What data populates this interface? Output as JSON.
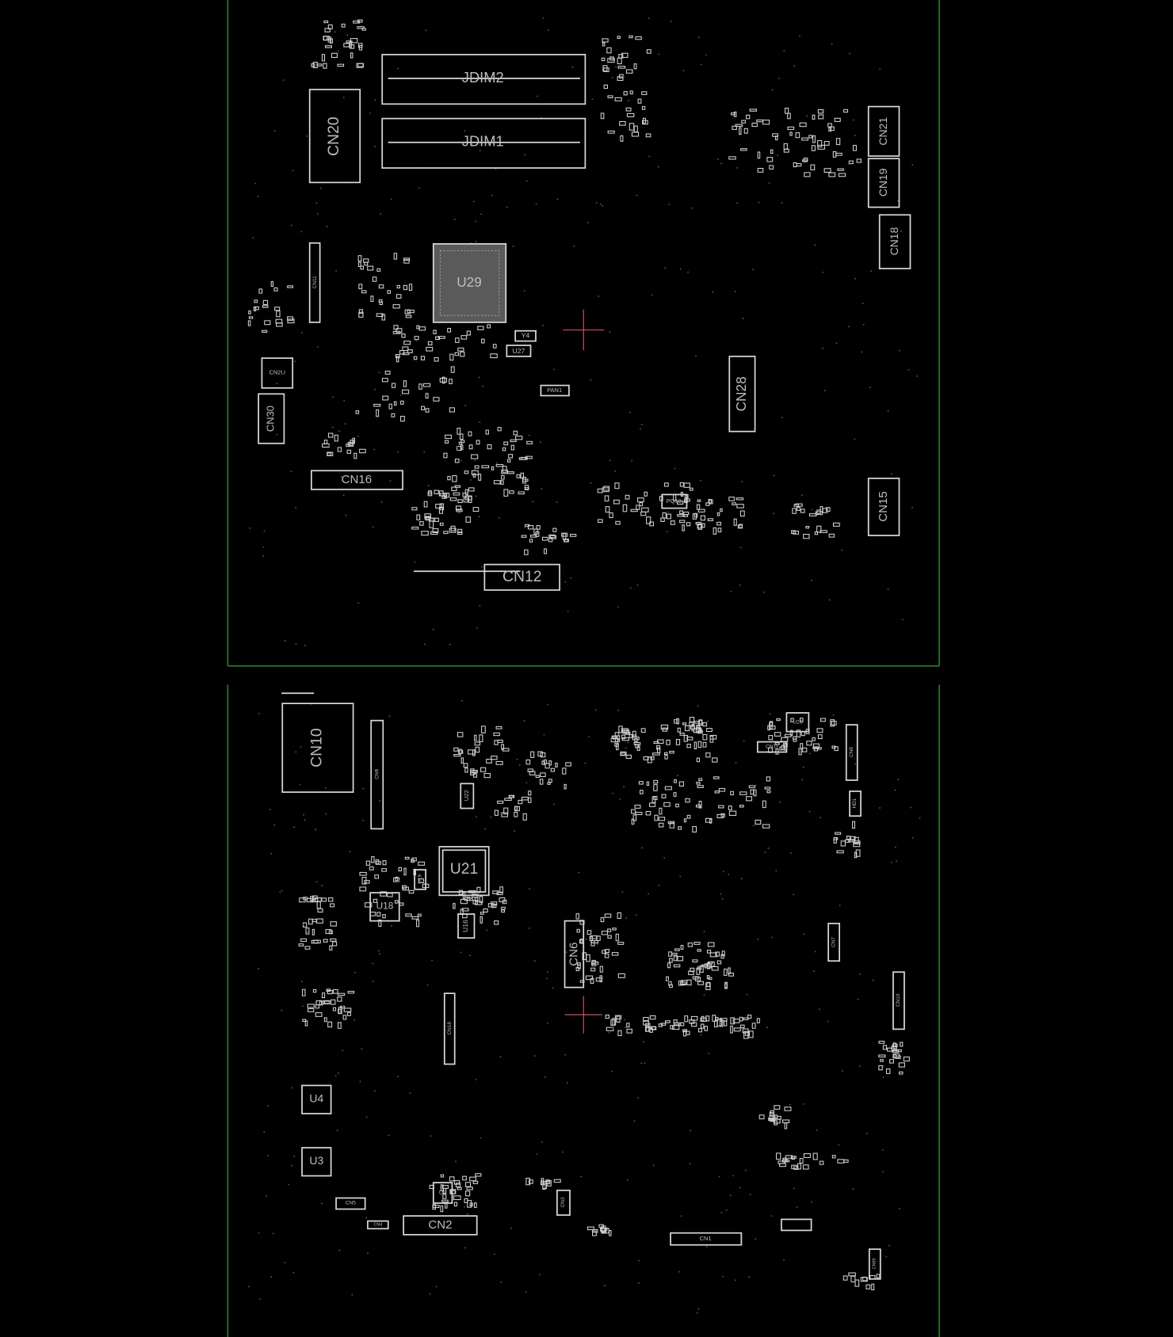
{
  "colors": {
    "background": "#000000",
    "board_edge": "#2e7d32",
    "outline": "#d8d8d8",
    "cursor": "#e05a6a"
  },
  "top_side": {
    "components": {
      "jdim2": "JDIM2",
      "jdim1": "JDIM1",
      "cn20": "CN20",
      "cn21": "CN21",
      "cn19": "CN19",
      "cn18": "CN18",
      "cn11": "CN11",
      "u29": "U29",
      "y4": "Y4",
      "u27": "U27",
      "cn2u": "CN2U",
      "cn30": "CN30",
      "pan1": "PAN1",
      "cn28": "CN28",
      "cn16": "CN16",
      "pq1": "PQ18",
      "cn15": "CN15",
      "cn12": "CN12"
    }
  },
  "bottom_side": {
    "components": {
      "cn10": "CN10",
      "cn9": "CN9",
      "u22": "U22",
      "u21": "U21",
      "u19": "U19",
      "u18": "U18",
      "u16": "U16",
      "cn6": "CN6",
      "cn11": "CN11",
      "u25": "U25",
      "cn8": "CN8",
      "hd1": "HD1",
      "cn7": "CN7",
      "cn10r": "CN10",
      "cn18": "CN18",
      "u4": "U4",
      "u3": "U3",
      "u2": "U2",
      "cn5": "CN5",
      "cn4": "CN4",
      "cn2": "CN2",
      "cn3": "CN3",
      "cn1": "CN1",
      "cn99": "CN99"
    }
  }
}
